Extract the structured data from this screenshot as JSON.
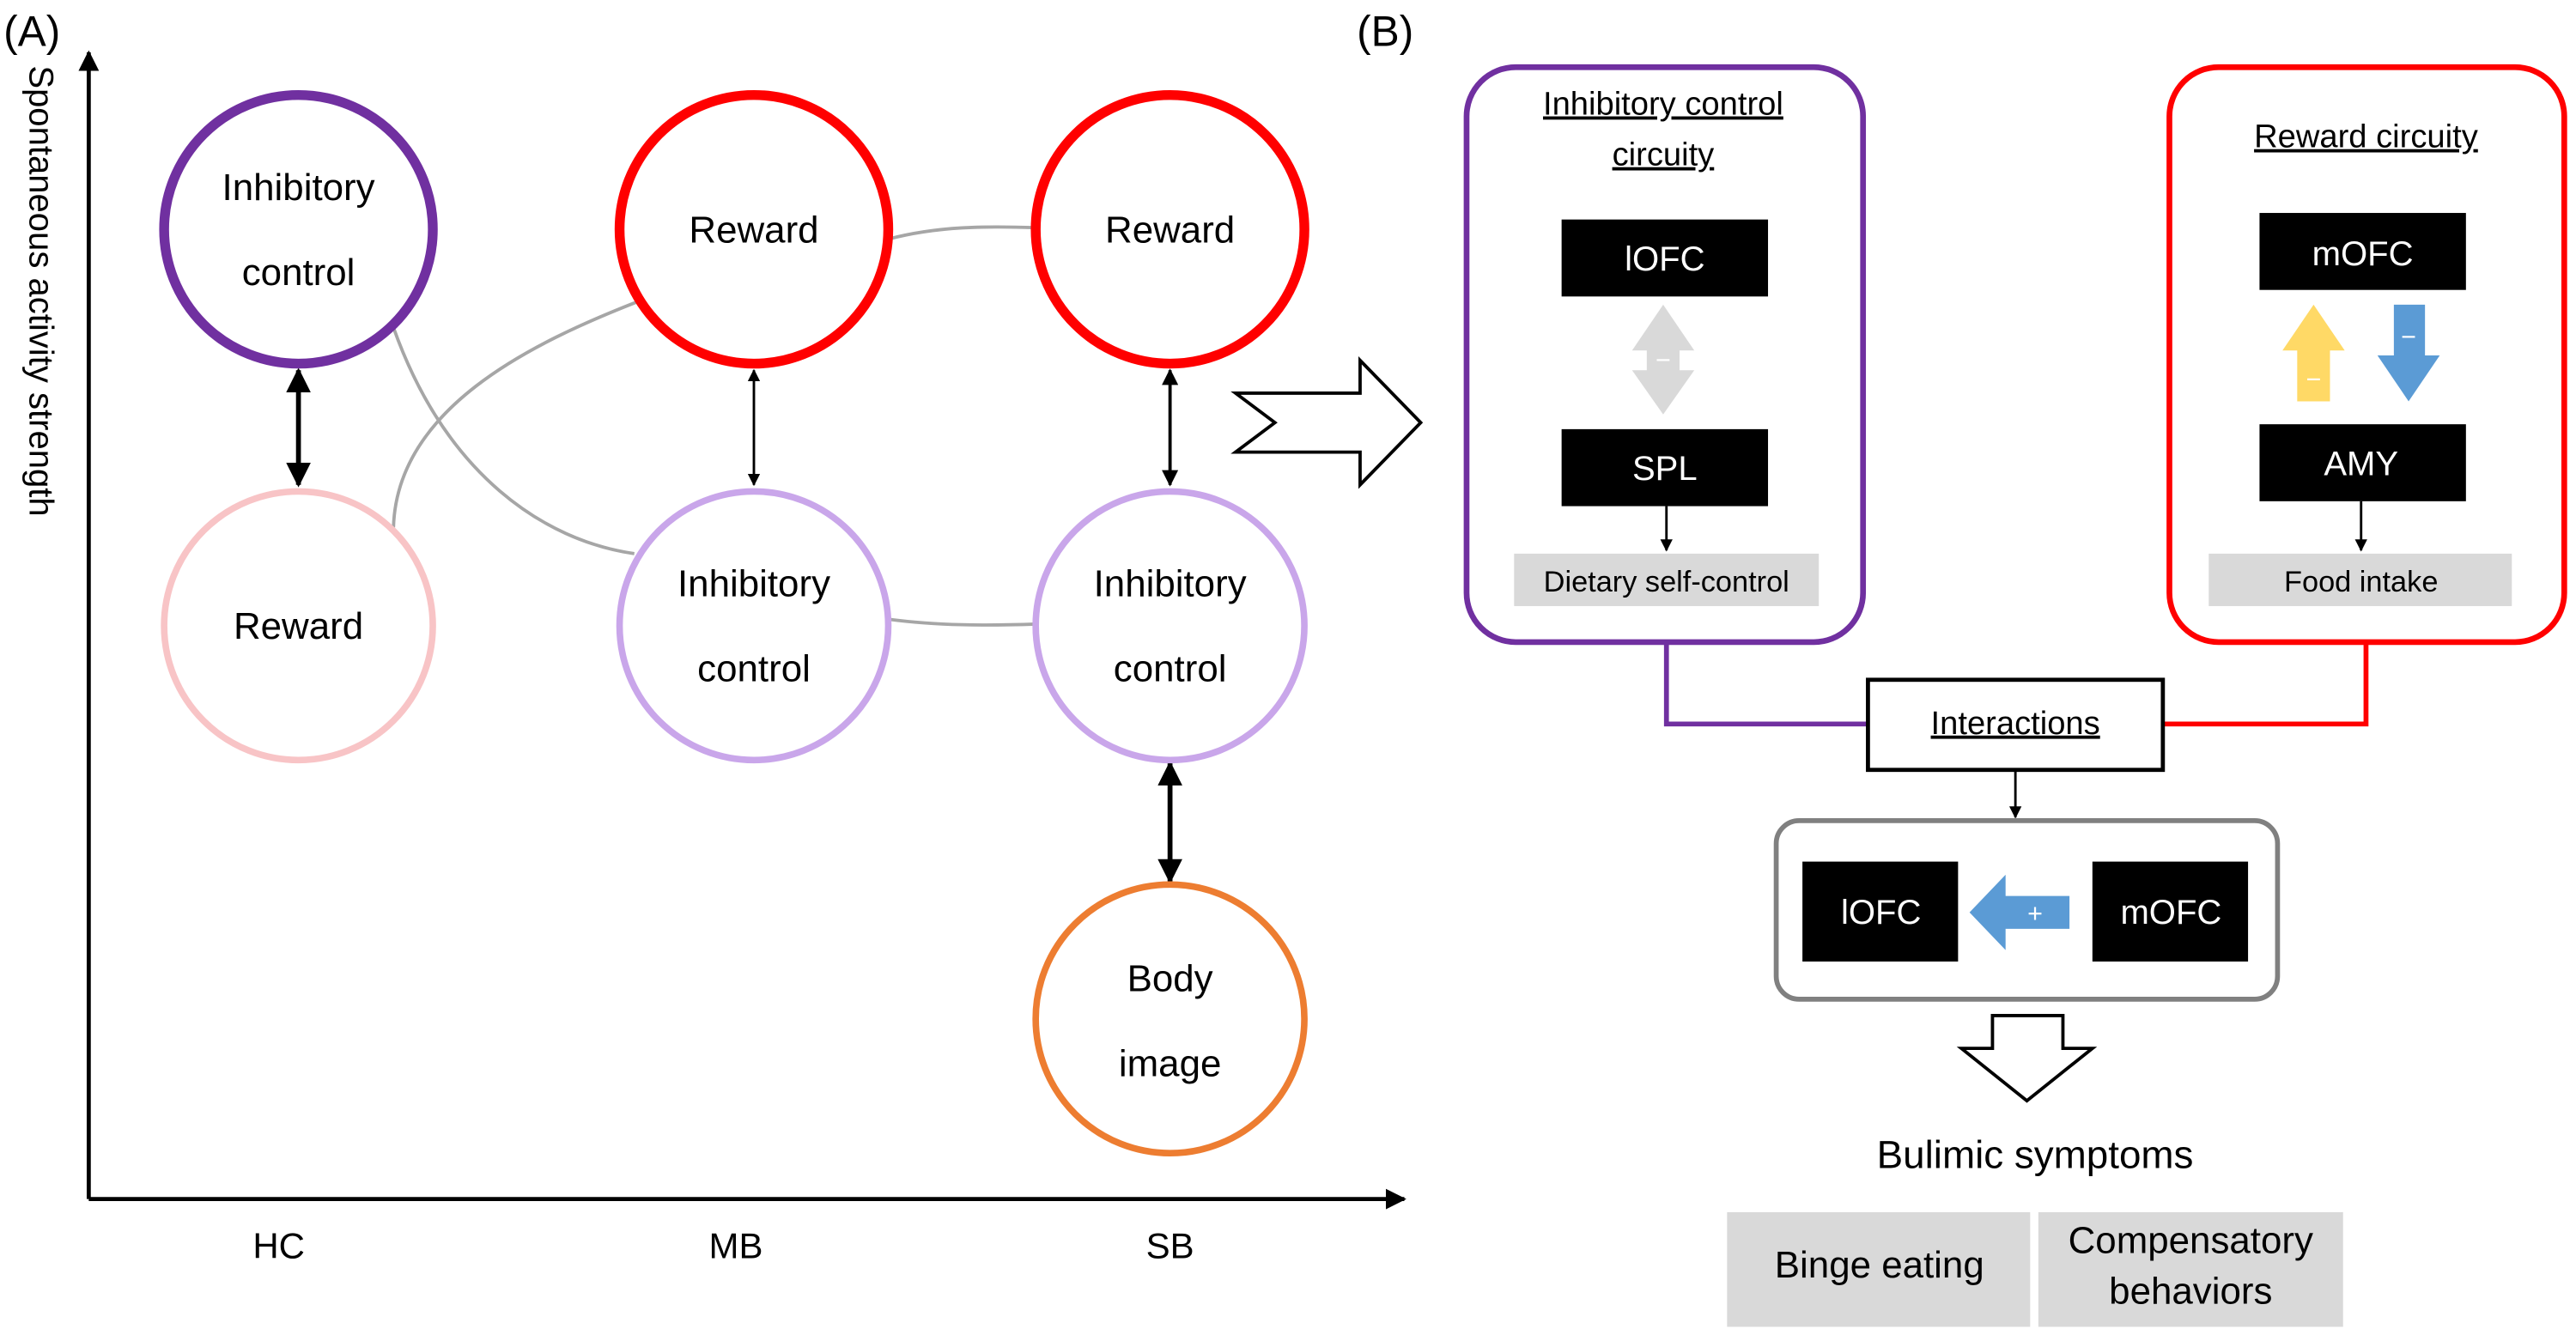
{
  "panel_a": {
    "label": "(A)",
    "y_axis_label": "Spontaneous activity strength",
    "x_categories": [
      "HC",
      "MB",
      "SB"
    ],
    "nodes": {
      "hc_inhibitory": [
        "Inhibitory",
        "control"
      ],
      "hc_reward": "Reward",
      "mb_reward": "Reward",
      "mb_inhibitory": [
        "Inhibitory",
        "control"
      ],
      "sb_reward": "Reward",
      "sb_inhibitory": [
        "Inhibitory",
        "control"
      ],
      "sb_body": [
        "Body",
        "image"
      ]
    }
  },
  "panel_b": {
    "label": "(B)",
    "inhibitory_circuit": {
      "title": [
        "Inhibitory control",
        "circuity"
      ],
      "top": "lOFC",
      "bottom": "SPL",
      "arrow_sign": "−",
      "outcome": "Dietary self-control"
    },
    "reward_circuit": {
      "title": "Reward circuity",
      "top": "mOFC",
      "bottom": "AMY",
      "up_sign": "−",
      "down_sign": "−",
      "outcome": "Food intake"
    },
    "interactions": {
      "title": "Interactions",
      "left": "lOFC",
      "right": "mOFC",
      "arrow_sign": "+"
    },
    "symptoms": {
      "title": "Bulimic symptoms",
      "items": [
        "Binge eating",
        [
          "Compensatory",
          "behaviors"
        ]
      ]
    }
  },
  "colors": {
    "purple": "#7030a0",
    "light_purple": "#c9a6ea",
    "red": "#ff0000",
    "pink": "#f8c4c6",
    "orange": "#ed7d31",
    "yellow": "#ffd966",
    "blue": "#5b9bd5",
    "gray_box": "#d9d9d9"
  }
}
